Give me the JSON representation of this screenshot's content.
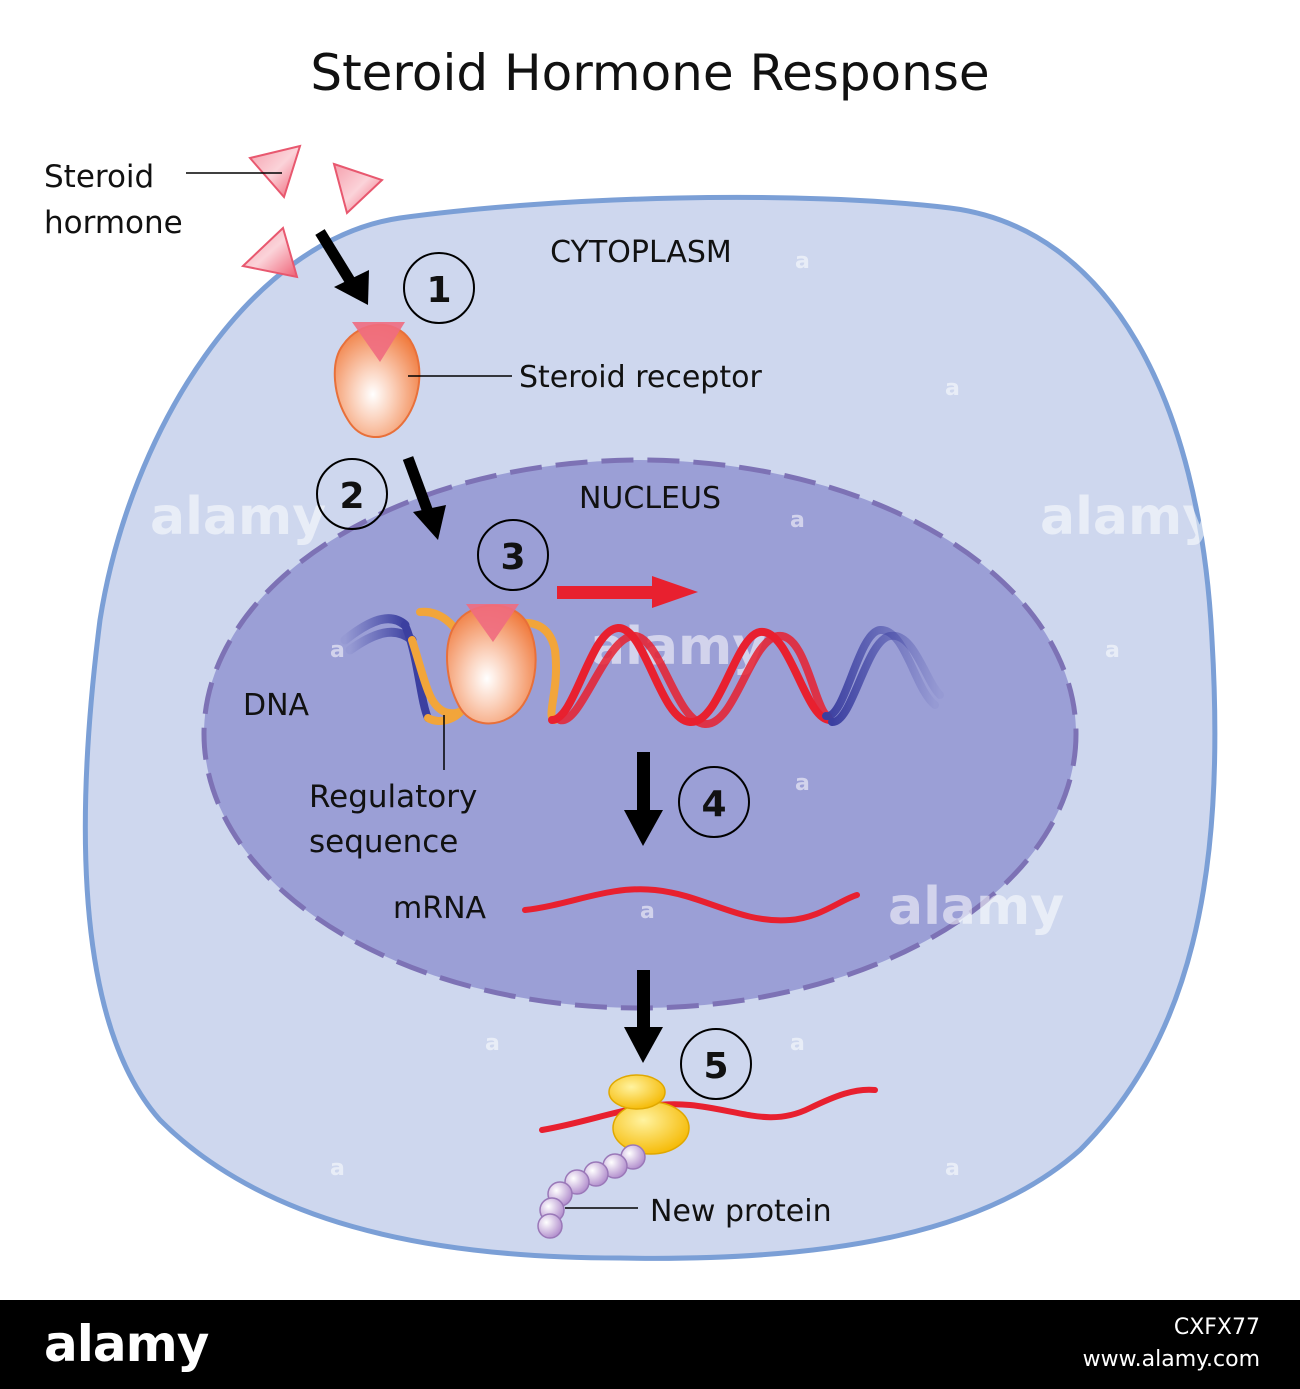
{
  "title": "Steroid Hormone Response",
  "labels": {
    "steroid_hormone_line1": "Steroid",
    "steroid_hormone_line2": "hormone",
    "cytoplasm": "CYTOPLASM",
    "steroid_receptor": "Steroid receptor",
    "nucleus": "NUCLEUS",
    "dna": "DNA",
    "regulatory_line1": "Regulatory",
    "regulatory_line2": "sequence",
    "mrna": "mRNA",
    "new_protein": "New protein"
  },
  "steps": [
    "1",
    "2",
    "3",
    "4",
    "5"
  ],
  "watermark": {
    "word": "alamy",
    "letter": "a"
  },
  "footer": {
    "logo": "alamy",
    "image_id": "CXFX77",
    "url": "www.alamy.com"
  },
  "colors": {
    "cell_fill": "#ced7ee",
    "cell_border": "#7b9fd6",
    "nucleus_fill": "#9b9fd6",
    "nucleus_border": "#7d72b5",
    "hormone": "#f06b7f",
    "receptor": "#f5874c",
    "dna_blue": "#3b3fa0",
    "dna_red": "#e8202f",
    "regulatory": "#f2a53a",
    "ribosome": "#f7c313",
    "protein_bead": "#c9a7dc",
    "arrow": "#000000",
    "transcription_arrow": "#e8202f"
  }
}
